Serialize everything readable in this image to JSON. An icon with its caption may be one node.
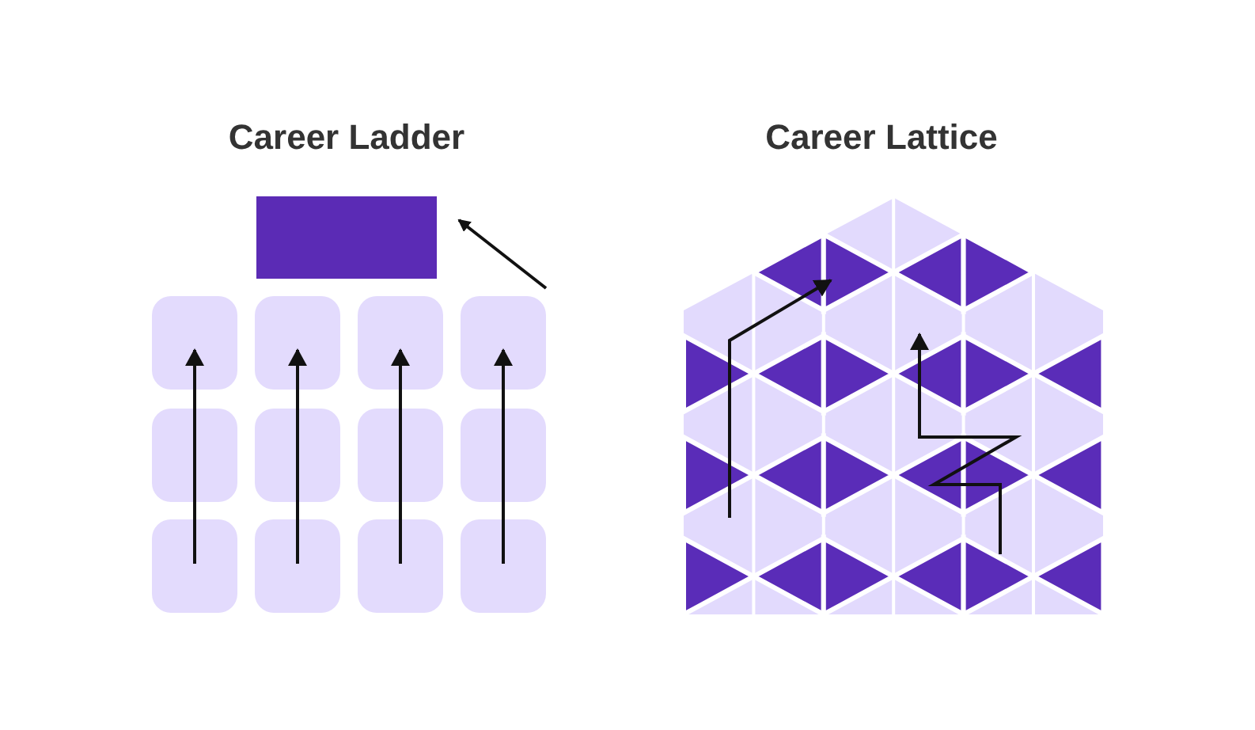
{
  "diagram": {
    "nodes": [
      {
        "text": [],
        "shape": "box"
      },
      {
        "text": [],
        "shape": "box"
      },
      {
        "text": [],
        "shape": "box"
      },
      {
        "text": [],
        "shape": "box"
      },
      {
        "text": [],
        "shape": "box"
      },
      {
        "text": [],
        "shape": "box"
      },
      {
        "text": [],
        "shape": "box"
      },
      {
        "text": [],
        "shape": "box"
      },
      {
        "text": [],
        "shape": "box"
      },
      {
        "text": [],
        "shape": "box"
      },
      {
        "text": [],
        "shape": "box"
      },
      {
        "text": [],
        "shape": "box"
      },
      {
        "text": [],
        "shape": "box"
      }
    ],
    "edges": [
      {
        "from": 4,
        "to": 0,
        "arrow": "to"
      },
      {
        "from": 9,
        "to": 5,
        "arrow": "none"
      },
      {
        "from": 5,
        "to": 1,
        "arrow": "to"
      },
      {
        "from": 10,
        "to": 6,
        "arrow": "none"
      },
      {
        "from": 6,
        "to": 2,
        "arrow": "to"
      },
      {
        "from": 11,
        "to": 7,
        "arrow": "none"
      },
      {
        "from": 7,
        "to": 3,
        "arrow": "to"
      },
      {
        "from": 12,
        "to": 8,
        "arrow": "none"
      },
      {
        "from": 8,
        "to": 4,
        "arrow": "to"
      }
    ],
    "labels": [
      "Career Ladder",
      "Career Lattice"
    ]
  }
}
